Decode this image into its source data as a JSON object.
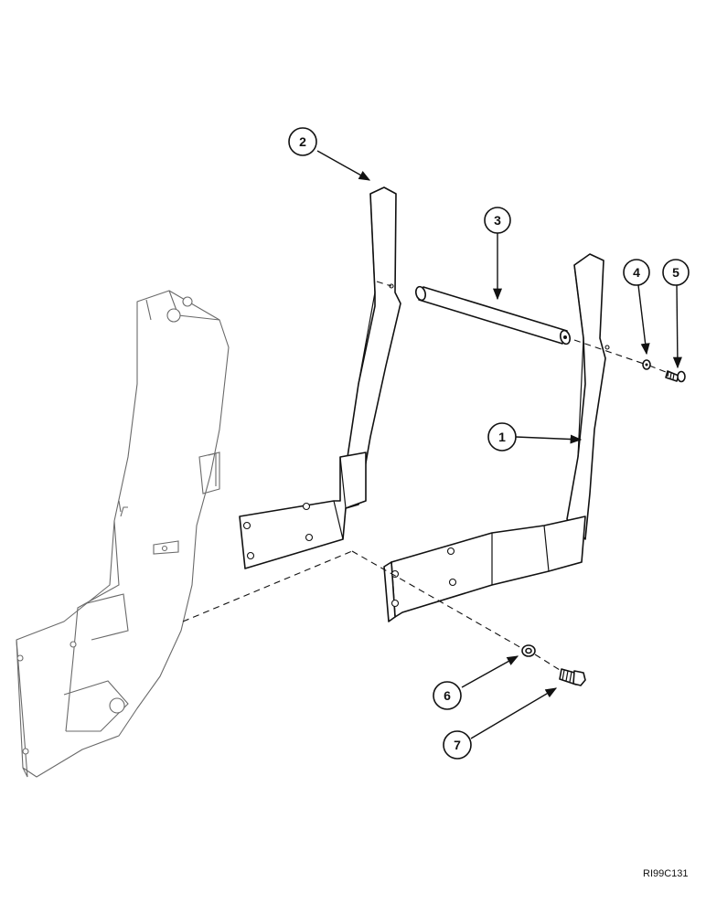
{
  "diagram": {
    "callouts": [
      {
        "id": "callout-1",
        "label": "1"
      },
      {
        "id": "callout-2",
        "label": "2"
      },
      {
        "id": "callout-3",
        "label": "3"
      },
      {
        "id": "callout-4",
        "label": "4"
      },
      {
        "id": "callout-5",
        "label": "5"
      },
      {
        "id": "callout-6",
        "label": "6"
      },
      {
        "id": "callout-7",
        "label": "7"
      }
    ],
    "reference_code": "RI99C131"
  }
}
